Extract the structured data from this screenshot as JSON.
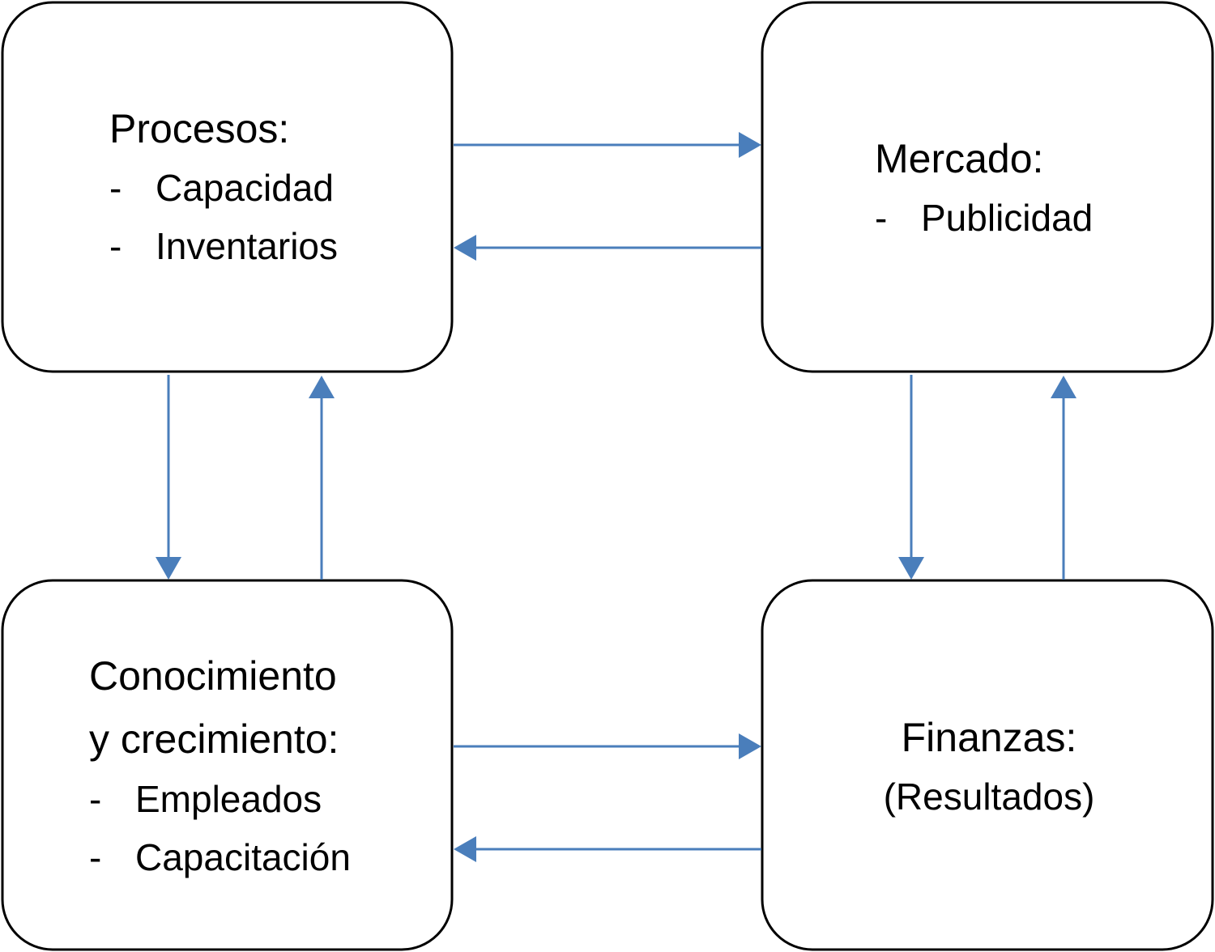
{
  "boxes": {
    "procesos": {
      "title": "Procesos:",
      "items": [
        {
          "bullet": "-",
          "text": "Capacidad"
        },
        {
          "bullet": "-",
          "text": "Inventarios"
        }
      ]
    },
    "mercado": {
      "title": "Mercado:",
      "items": [
        {
          "bullet": "-",
          "text": "Publicidad"
        }
      ]
    },
    "conocimiento": {
      "title_line1": "Conocimiento",
      "title_line2": "y crecimiento:",
      "items": [
        {
          "bullet": "-",
          "text": "Empleados"
        },
        {
          "bullet": "-",
          "text": "Capacitación"
        }
      ]
    },
    "finanzas": {
      "title": "Finanzas:",
      "subtitle": "(Resultados)"
    }
  },
  "colors": {
    "arrow": "#4a7ebb",
    "box_border": "#000000",
    "box_fill": "#ffffff",
    "text": "#000000"
  },
  "connections": [
    {
      "from": "procesos",
      "to": "mercado"
    },
    {
      "from": "mercado",
      "to": "procesos"
    },
    {
      "from": "procesos",
      "to": "conocimiento"
    },
    {
      "from": "conocimiento",
      "to": "procesos"
    },
    {
      "from": "mercado",
      "to": "finanzas"
    },
    {
      "from": "finanzas",
      "to": "mercado"
    },
    {
      "from": "conocimiento",
      "to": "finanzas"
    },
    {
      "from": "finanzas",
      "to": "conocimiento"
    }
  ]
}
